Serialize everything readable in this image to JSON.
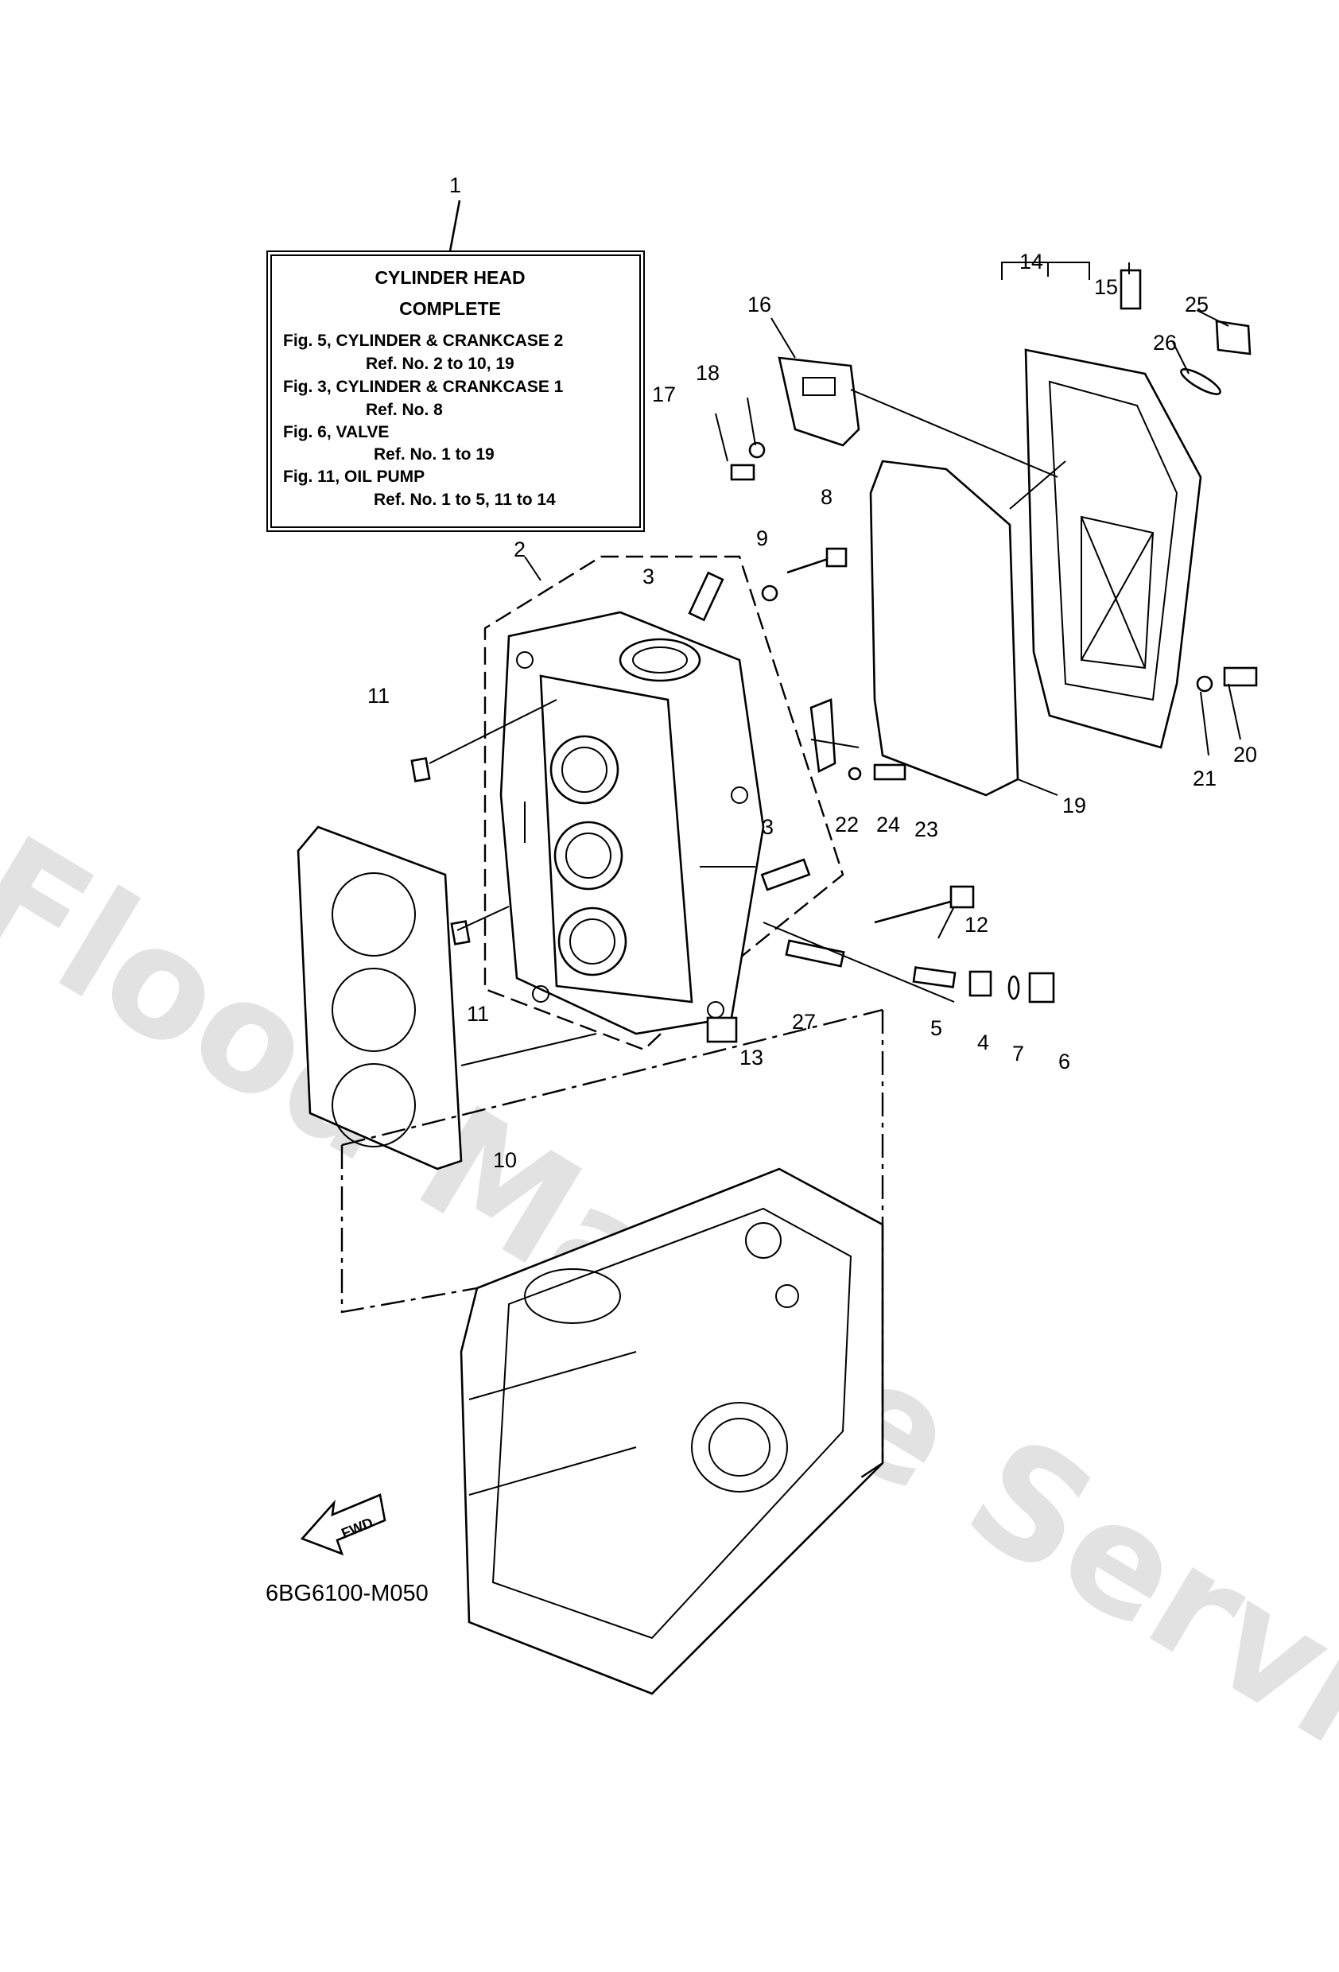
{
  "ref_box": {
    "lines": [
      "CYLINDER HEAD",
      "COMPLETE",
      "Fig. 5, CYLINDER & CRANKCASE 2",
      "Ref. No. 2 to 10, 19",
      "Fig. 3, CYLINDER & CRANKCASE 1",
      "Ref. No. 8",
      "Fig. 6, VALVE",
      "Ref. No. 1 to 19",
      "Fig. 11, OIL PUMP",
      "Ref. No. 1 to 5, 11 to 14"
    ]
  },
  "callouts": [
    "1",
    "2",
    "3",
    "3",
    "4",
    "5",
    "6",
    "7",
    "8",
    "9",
    "10",
    "11",
    "11",
    "12",
    "13",
    "14",
    "15",
    "16",
    "17",
    "18",
    "19",
    "20",
    "21",
    "22",
    "23",
    "24",
    "25",
    "26",
    "27"
  ],
  "fwd_label": "FWD",
  "diagram_code": "6BG6100-M050",
  "watermark": "Flood Marine Services"
}
